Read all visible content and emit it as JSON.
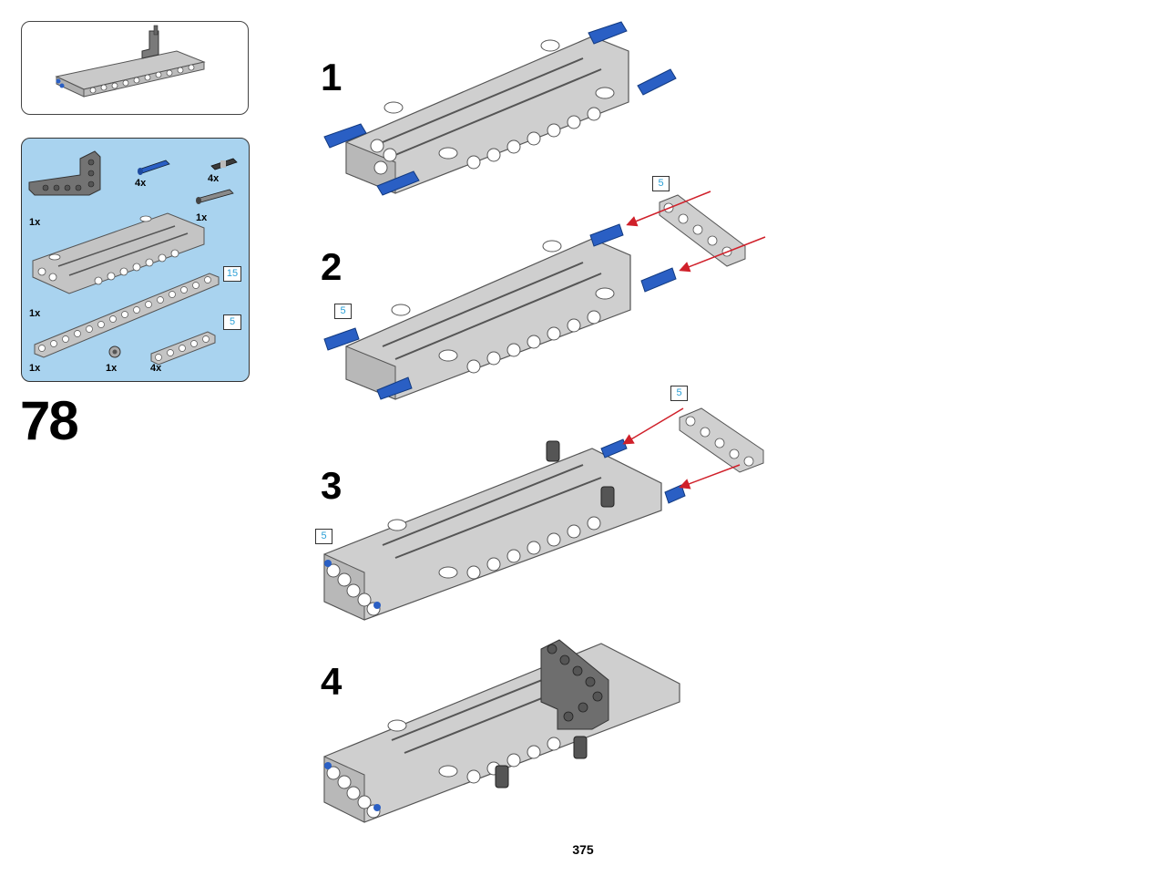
{
  "main_step": "78",
  "sub_steps": [
    "1",
    "2",
    "3",
    "4"
  ],
  "parts": [
    {
      "name": "l-beam",
      "qty": "1x"
    },
    {
      "name": "blue-pin",
      "qty": "4x"
    },
    {
      "name": "black-pin",
      "qty": "4x"
    },
    {
      "name": "grey-axle-pin",
      "qty": "1x"
    },
    {
      "name": "panel",
      "qty": "1x"
    },
    {
      "name": "beam-15",
      "qty": "1x",
      "length": "15"
    },
    {
      "name": "bush",
      "qty": "1x"
    },
    {
      "name": "beam-5",
      "qty": "4x",
      "length": "5"
    }
  ],
  "callouts": {
    "step2_right": "5",
    "step2_left": "5",
    "step3_right": "5",
    "step3_left": "5"
  },
  "page_number": "375",
  "colors": {
    "parts_background": "#a9d3ef",
    "beam_grey": "#c8c8c8",
    "dark_grey": "#6e6e6e",
    "pin_blue": "#2a5fc4",
    "arrow_red": "#d0202a",
    "badge_text": "#2a9fd6"
  }
}
